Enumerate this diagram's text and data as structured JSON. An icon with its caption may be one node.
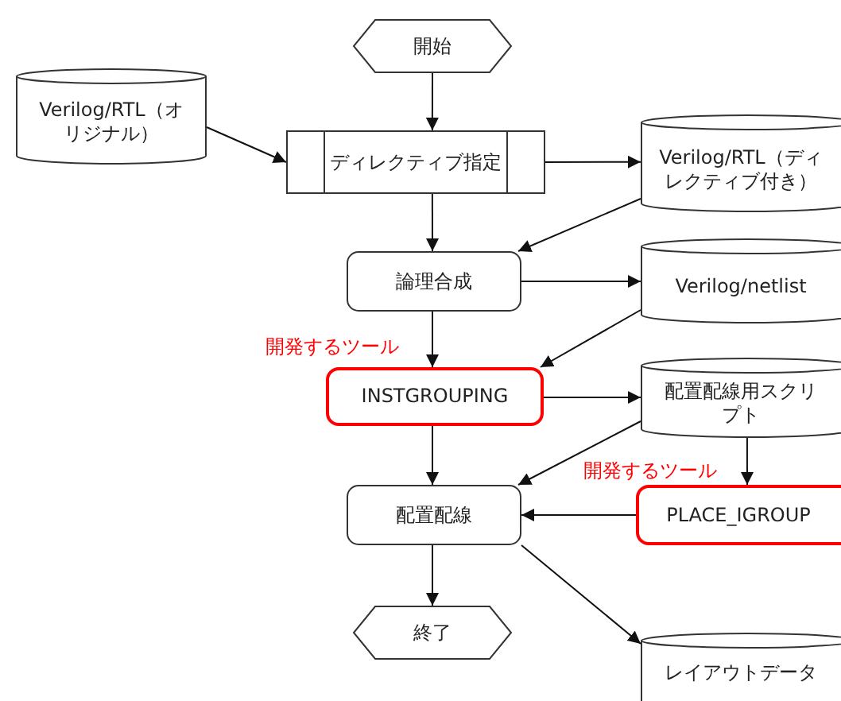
{
  "diagram": {
    "nodes": [
      {
        "text": [
          "開始"
        ]
      },
      {
        "text": [
          "Verilog/RTL（オリジナル）"
        ]
      },
      {
        "text": [
          "ディレクティブ指定"
        ]
      },
      {
        "text": [
          "Verilog/RTL（ディレクティブ付き）"
        ]
      },
      {
        "text": [
          "論理合成"
        ]
      },
      {
        "text": [
          "Verilog/netlist"
        ]
      },
      {
        "text": [
          "INSTGROUPING"
        ],
        "beside": [
          "開発するツール"
        ]
      },
      {
        "text": [
          "配置配線用スクリプト"
        ]
      },
      {
        "text": [
          "配置配線"
        ]
      },
      {
        "text": [
          "PLACE_IGROUP"
        ],
        "beside": [
          "開発するツール"
        ]
      },
      {
        "text": [
          "終了"
        ]
      },
      {
        "text": [
          "レイアウトデータ"
        ]
      }
    ],
    "edges": [
      {
        "from": 0,
        "to": 2,
        "arrow": "to"
      },
      {
        "from": 1,
        "to": 2,
        "arrow": "to"
      },
      {
        "from": 2,
        "to": 3,
        "arrow": "to"
      },
      {
        "from": 2,
        "to": 4,
        "arrow": "to"
      },
      {
        "from": 3,
        "to": 4,
        "arrow": "to"
      },
      {
        "from": 4,
        "to": 5,
        "arrow": "to"
      },
      {
        "from": 4,
        "to": 6,
        "arrow": "to"
      },
      {
        "from": 5,
        "to": 6,
        "arrow": "to"
      },
      {
        "from": 6,
        "to": 7,
        "arrow": "to"
      },
      {
        "from": 6,
        "to": 8,
        "arrow": "to"
      },
      {
        "from": 7,
        "to": 8,
        "arrow": "to"
      },
      {
        "from": 7,
        "to": 9,
        "arrow": "to"
      },
      {
        "from": 9,
        "to": 8,
        "arrow": "to"
      },
      {
        "from": 8,
        "to": 10,
        "arrow": "to"
      },
      {
        "from": 8,
        "to": 11,
        "arrow": "to"
      }
    ]
  }
}
